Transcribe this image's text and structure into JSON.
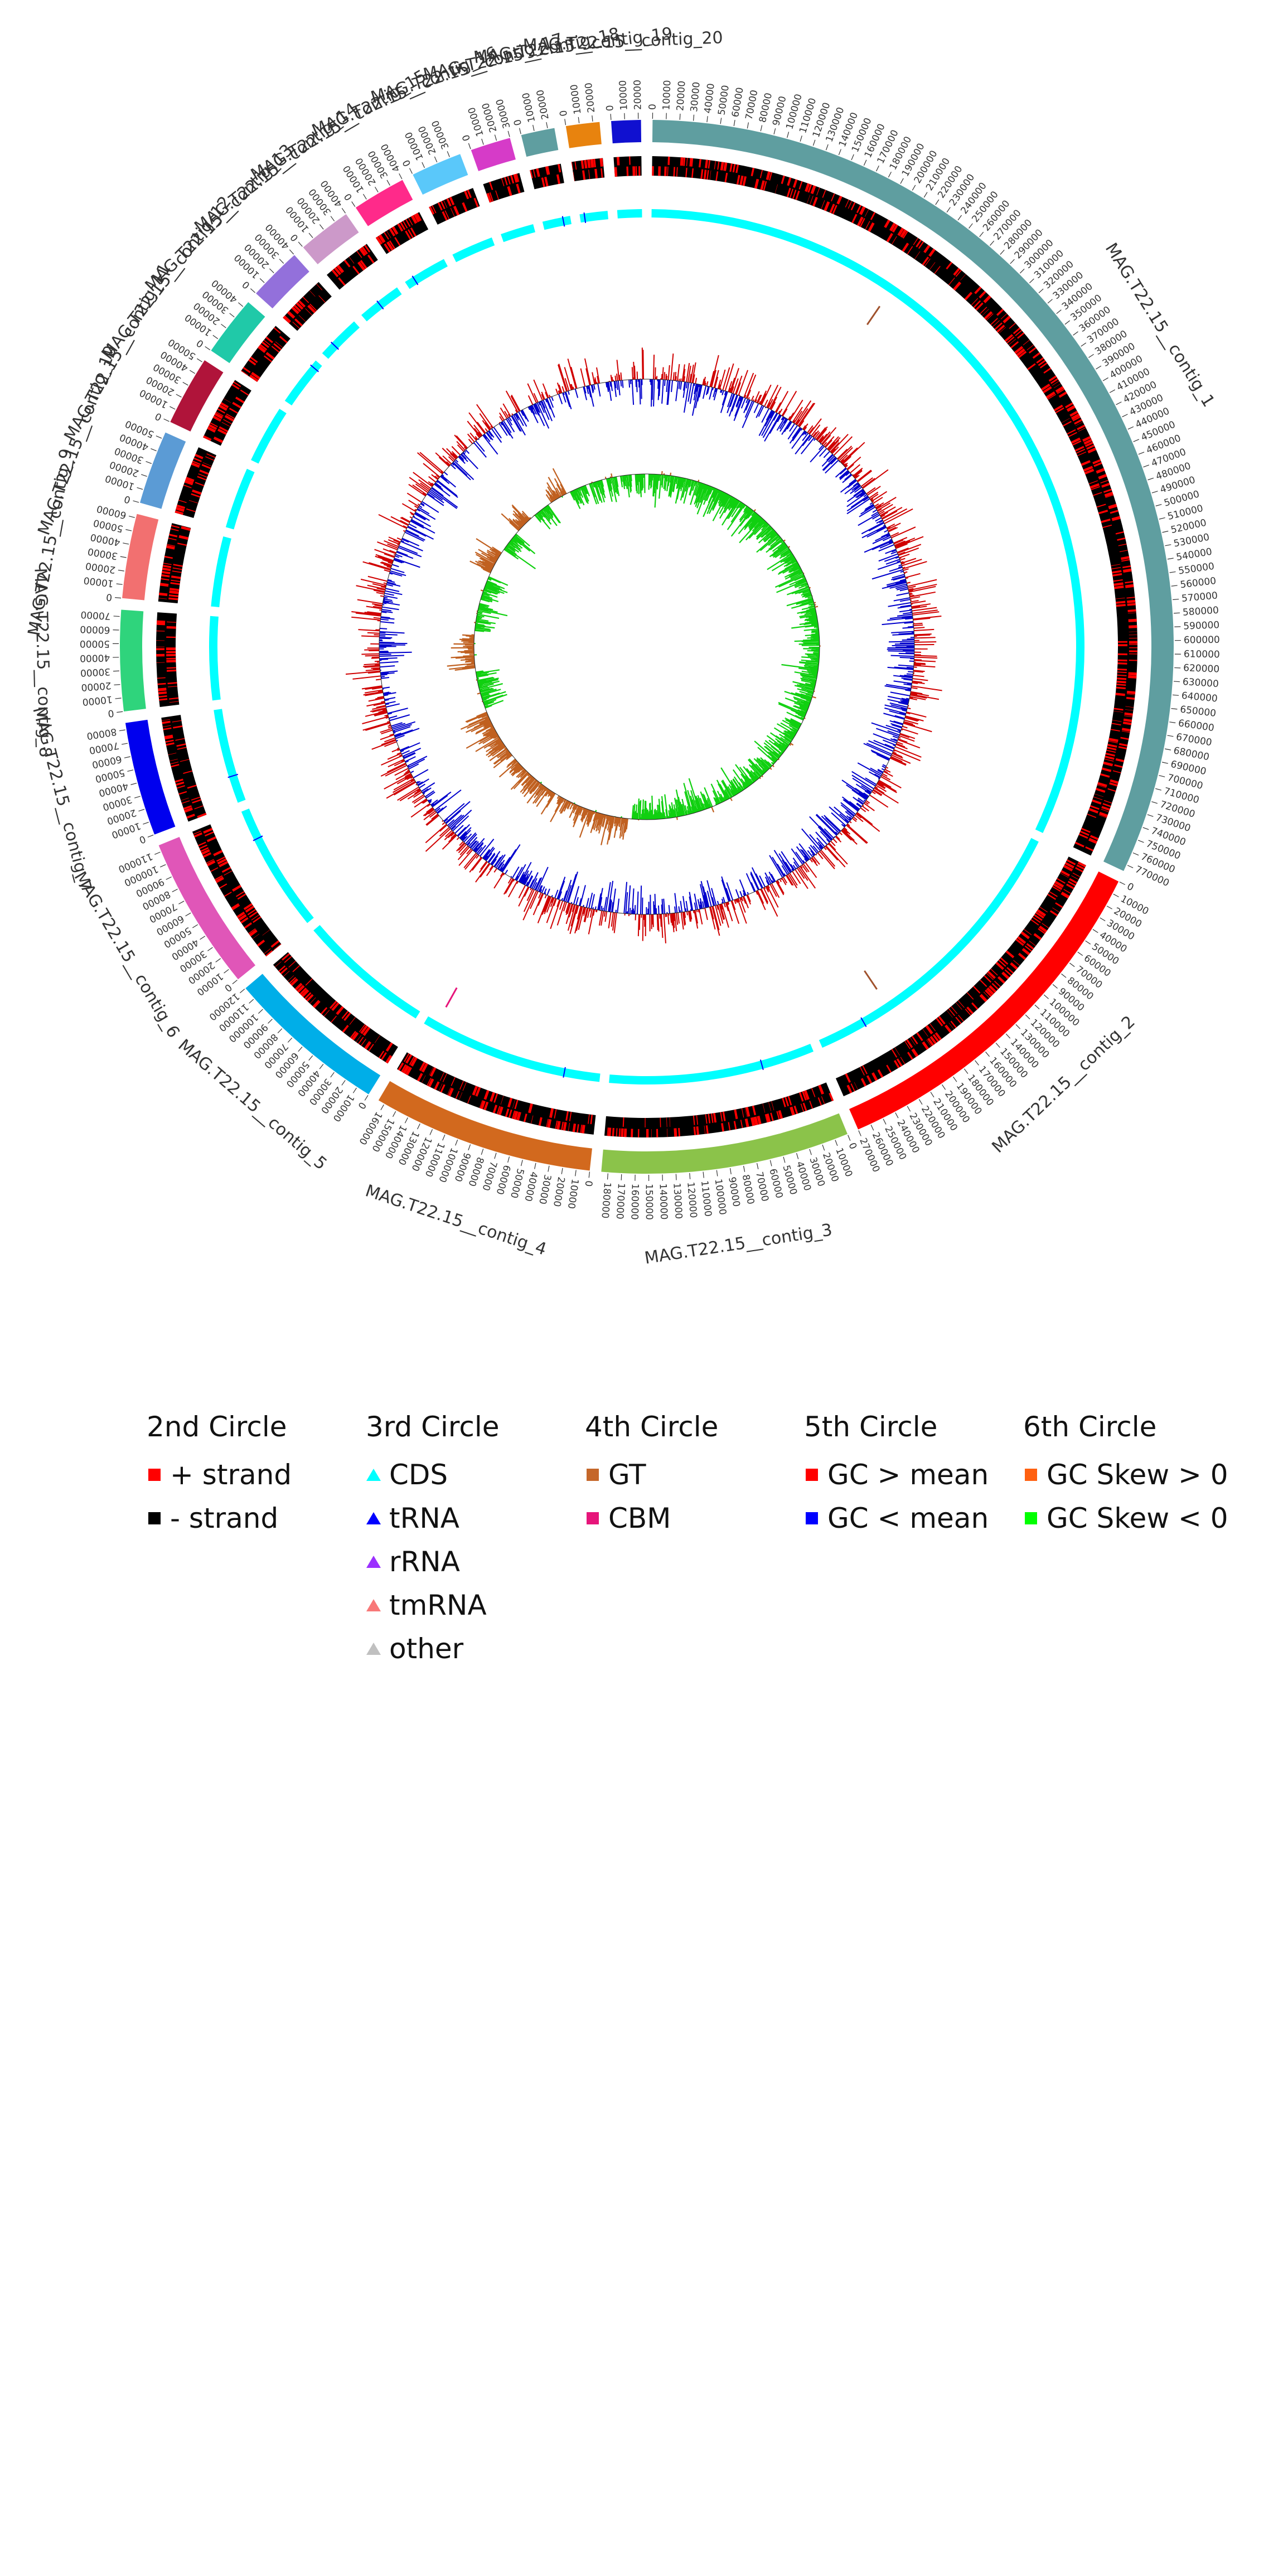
{
  "contigs": [
    {
      "name": "MAG.T22.15__contig_1",
      "length": 775000,
      "color": "#5f9ea0"
    },
    {
      "name": "MAG.T22.15__contig_2",
      "length": 270000,
      "color": "#ff0000"
    },
    {
      "name": "MAG.T22.15__contig_3",
      "length": 185000,
      "color": "#8bc34a"
    },
    {
      "name": "MAG.T22.15__contig_4",
      "length": 165000,
      "color": "#d2691e"
    },
    {
      "name": "MAG.T22.15__contig_5",
      "length": 120000,
      "color": "#00aee8"
    },
    {
      "name": "MAG.T22.15__contig_6",
      "length": 115000,
      "color": "#e056b8"
    },
    {
      "name": "MAG.T22.15__contig_7",
      "length": 85000,
      "color": "#0000ee"
    },
    {
      "name": "MAG.T22.15__contig_8",
      "length": 75000,
      "color": "#2fd47c"
    },
    {
      "name": "MAG.T22.15__contig_9",
      "length": 63000,
      "color": "#f27070"
    },
    {
      "name": "MAG.T22.15__contig_10",
      "length": 55000,
      "color": "#5b9bd5"
    },
    {
      "name": "MAG.T22.15__contig_11",
      "length": 52000,
      "color": "#b0143a"
    },
    {
      "name": "MAG.T22.15__contig_12",
      "length": 45000,
      "color": "#20c9a8"
    },
    {
      "name": "MAG.T22.15__contig_13",
      "length": 40000,
      "color": "#9370db"
    },
    {
      "name": "MAG.T22.15__contig_14",
      "length": 40000,
      "color": "#cc99c9"
    },
    {
      "name": "MAG.T22.15__contig_15",
      "length": 40000,
      "color": "#ff2a8a"
    },
    {
      "name": "MAG.T22.15__contig_16",
      "length": 38000,
      "color": "#5ac8fa"
    },
    {
      "name": "MAG.T22.15__contig_17",
      "length": 30000,
      "color": "#d63bc8"
    },
    {
      "name": "MAG.T22.15__contig_18",
      "length": 25000,
      "color": "#5f9ea0"
    },
    {
      "name": "MAG.T22.15__contig_19",
      "length": 25000,
      "color": "#e8830e"
    },
    {
      "name": "MAG.T22.15__contig_20",
      "length": 22000,
      "color": "#1010d0"
    }
  ],
  "tick_step": 10000,
  "legend": [
    {
      "title": "2nd Circle",
      "items": [
        {
          "label": "+ strand",
          "shape": "square",
          "color": "#ff0000"
        },
        {
          "label": "- strand",
          "shape": "square",
          "color": "#000000"
        }
      ]
    },
    {
      "title": "3rd Circle",
      "items": [
        {
          "label": "CDS",
          "shape": "triangle",
          "color": "#00ffff"
        },
        {
          "label": "tRNA",
          "shape": "triangle",
          "color": "#0000ff"
        },
        {
          "label": "rRNA",
          "shape": "triangle",
          "color": "#9b30ff"
        },
        {
          "label": "tmRNA",
          "shape": "triangle",
          "color": "#f87878"
        },
        {
          "label": "other",
          "shape": "triangle",
          "color": "#c0c0c0"
        }
      ]
    },
    {
      "title": "4th Circle",
      "items": [
        {
          "label": "GT",
          "shape": "square",
          "color": "#c5672a"
        },
        {
          "label": "CBM",
          "shape": "square",
          "color": "#e6157a"
        }
      ]
    },
    {
      "title": "5th Circle",
      "items": [
        {
          "label": "GC > mean",
          "shape": "square",
          "color": "#ff0000"
        },
        {
          "label": "GC < mean",
          "shape": "square",
          "color": "#0000ff"
        }
      ]
    },
    {
      "title": "6th Circle",
      "items": [
        {
          "label": "GC Skew > 0",
          "shape": "square",
          "color": "#ff6010"
        },
        {
          "label": "GC Skew < 0",
          "shape": "square",
          "color": "#00ff00"
        }
      ]
    }
  ]
}
